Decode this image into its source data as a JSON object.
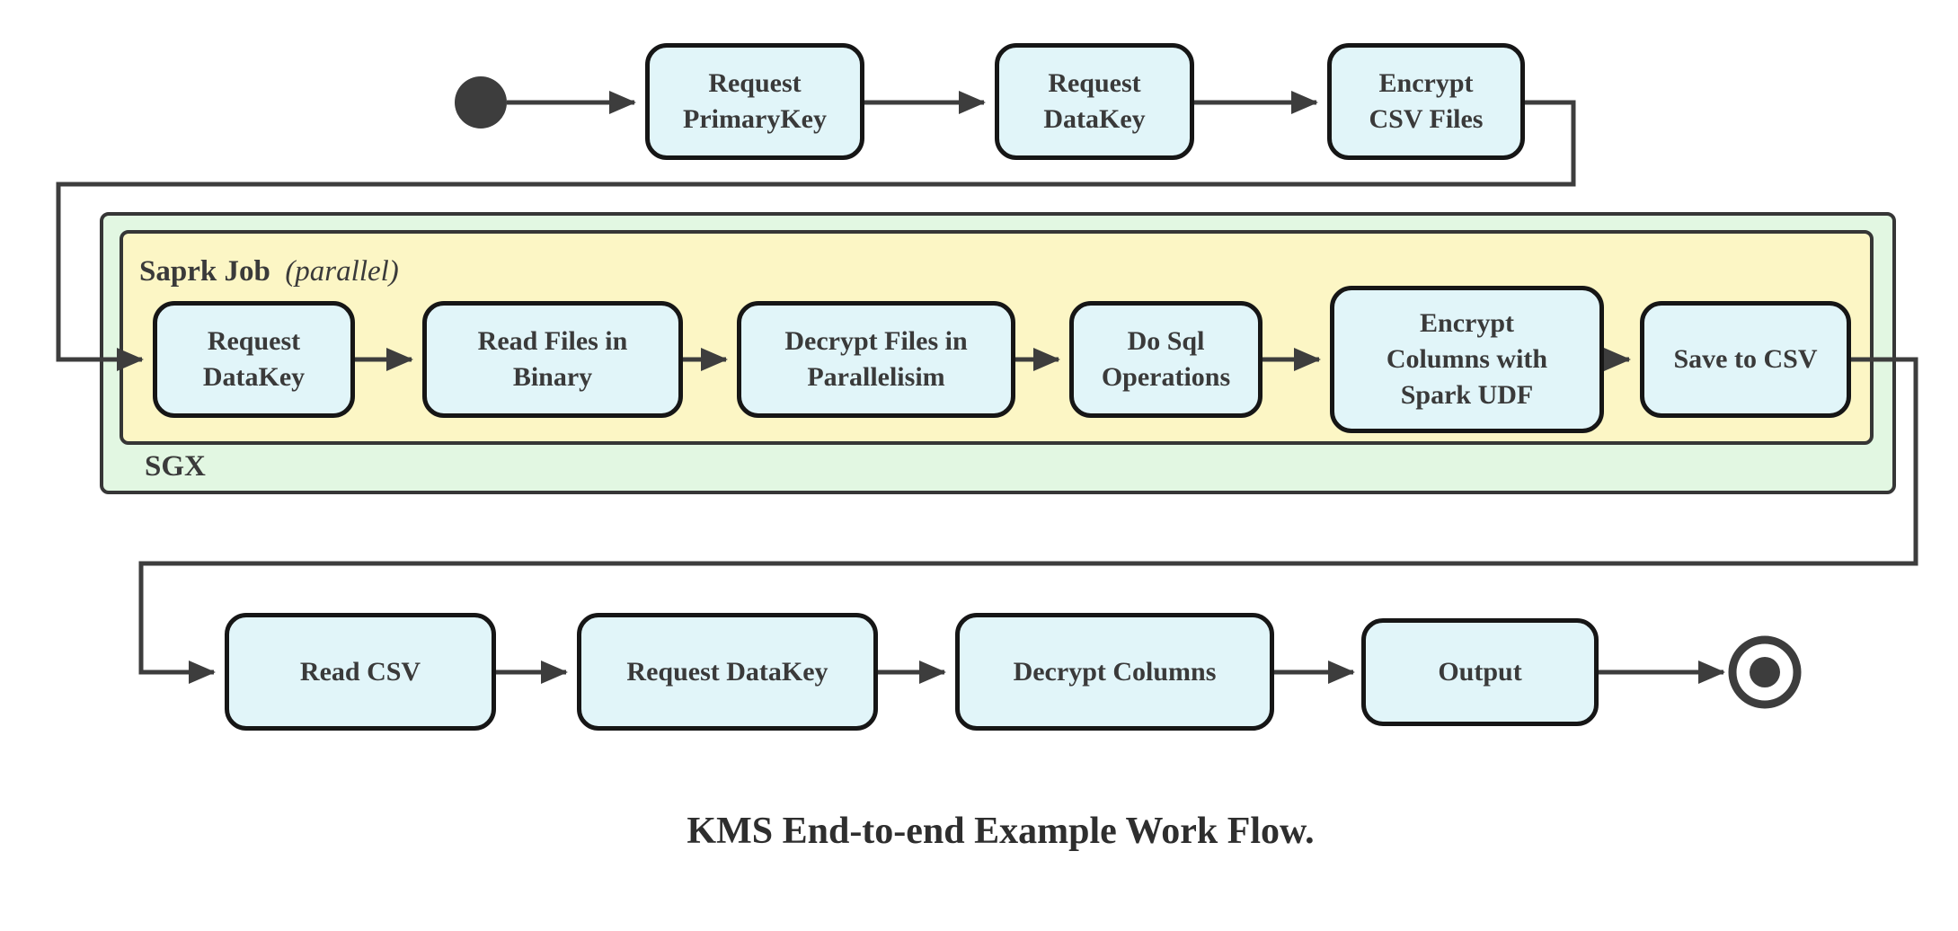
{
  "diagram": {
    "type": "state-flow",
    "caption": "KMS End-to-end Example Work Flow.",
    "containers": {
      "sgx": {
        "label": "SGX"
      },
      "spark_job": {
        "label": "Saprk Job",
        "annotation": "(parallel)"
      }
    },
    "nodes": {
      "start": {
        "type": "initial-state"
      },
      "top": [
        {
          "id": "request-primarykey",
          "label": "Request PrimaryKey",
          "lines": [
            "Request",
            "PrimaryKey"
          ]
        },
        {
          "id": "request-datakey",
          "label": "Request DataKey",
          "lines": [
            "Request",
            "DataKey"
          ]
        },
        {
          "id": "encrypt-csv-files",
          "label": "Encrypt CSV Files",
          "lines": [
            "Encrypt",
            "CSV Files"
          ]
        }
      ],
      "middle": [
        {
          "id": "request-datakey-sgx",
          "label": "Request DataKey",
          "lines": [
            "Request",
            "DataKey"
          ]
        },
        {
          "id": "read-files-in-binary",
          "label": "Read Files in Binary",
          "lines": [
            "Read Files in",
            "Binary"
          ]
        },
        {
          "id": "decrypt-files-in-parallelisim",
          "label": "Decrypt Files in Parallelisim",
          "lines": [
            "Decrypt Files in",
            "Parallelisim"
          ]
        },
        {
          "id": "do-sql-operations",
          "label": "Do Sql Operations",
          "lines": [
            "Do Sql",
            "Operations"
          ]
        },
        {
          "id": "encrypt-columns-with-spark-udf",
          "label": "Encrypt Columns with Spark UDF",
          "lines": [
            "Encrypt",
            "Columns with",
            "Spark UDF"
          ]
        },
        {
          "id": "save-to-csv",
          "label": "Save to CSV",
          "lines": [
            "Save to CSV"
          ]
        }
      ],
      "bottom": [
        {
          "id": "read-csv",
          "label": "Read CSV",
          "lines": [
            "Read CSV"
          ]
        },
        {
          "id": "request-datakey-client",
          "label": "Request DataKey",
          "lines": [
            "Request DataKey"
          ]
        },
        {
          "id": "decrypt-columns",
          "label": "Decrypt Columns",
          "lines": [
            "Decrypt Columns"
          ]
        },
        {
          "id": "output",
          "label": "Output",
          "lines": [
            "Output"
          ]
        }
      ],
      "end": {
        "type": "final-state"
      }
    },
    "edges": [
      {
        "from": "start",
        "to": "Request PrimaryKey"
      },
      {
        "from": "Request PrimaryKey",
        "to": "Request DataKey"
      },
      {
        "from": "Request DataKey",
        "to": "Encrypt CSV Files"
      },
      {
        "from": "Encrypt CSV Files",
        "to": "Request DataKey (SGX)"
      },
      {
        "from": "Request DataKey (SGX)",
        "to": "Read Files in Binary"
      },
      {
        "from": "Read Files in Binary",
        "to": "Decrypt Files in Parallelisim"
      },
      {
        "from": "Decrypt Files in Parallelisim",
        "to": "Do Sql Operations"
      },
      {
        "from": "Do Sql Operations",
        "to": "Encrypt Columns with Spark UDF"
      },
      {
        "from": "Encrypt Columns with Spark UDF",
        "to": "Save to CSV"
      },
      {
        "from": "Save to CSV",
        "to": "Read CSV"
      },
      {
        "from": "Read CSV",
        "to": "Request DataKey (client)"
      },
      {
        "from": "Request DataKey (client)",
        "to": "Decrypt Columns"
      },
      {
        "from": "Decrypt Columns",
        "to": "Output"
      },
      {
        "from": "Output",
        "to": "end"
      }
    ],
    "colors": {
      "node_fill": "#e1f5f9",
      "node_border": "#161616",
      "sgx_fill": "#e2f7e2",
      "spark_fill": "#fcf6c5",
      "container_border": "#363636",
      "edge": "#3d3d3d",
      "text": "#3a3a3a"
    }
  }
}
